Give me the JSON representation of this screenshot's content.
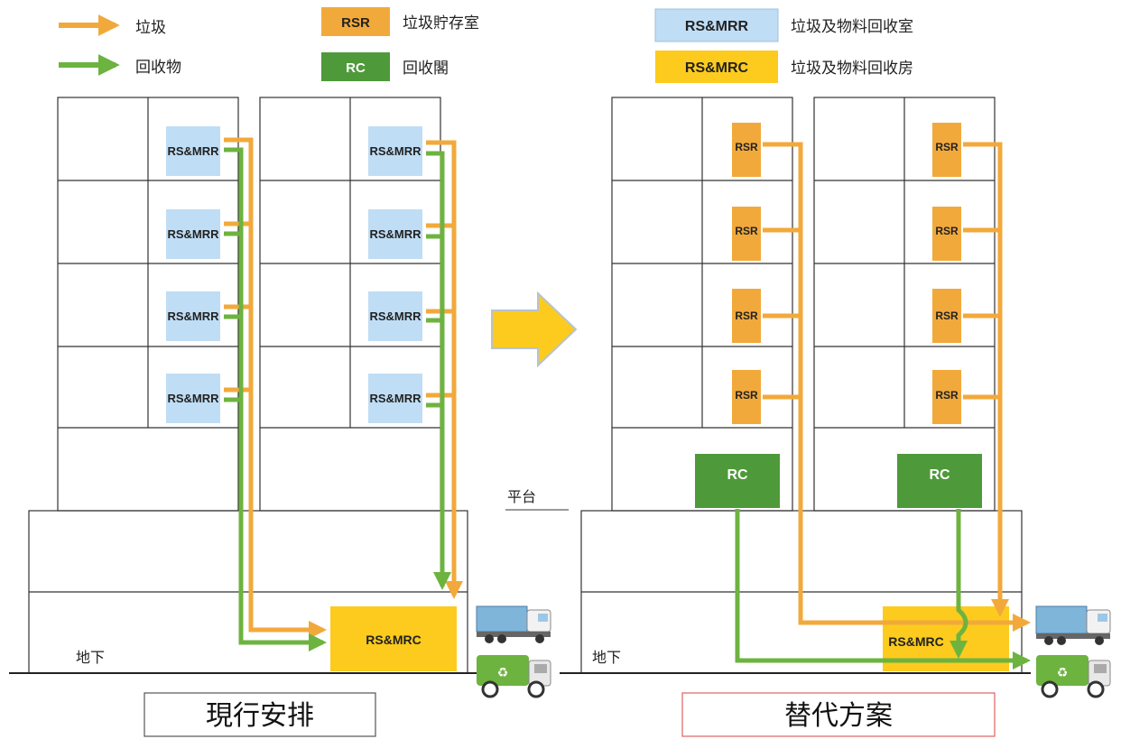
{
  "legend": {
    "waste": "垃圾",
    "recyclables": "回收物",
    "rsr_code": "RSR",
    "rsr_desc": "垃圾貯存室",
    "rc_code": "RC",
    "rc_desc": "回收閣",
    "rsmrr_code": "RS&MRR",
    "rsmrr_desc": "垃圾及物料回收室",
    "rsmrc_code": "RS&MRC",
    "rsmrc_desc": "垃圾及物料回收房"
  },
  "labels": {
    "rsmrr": "RS&MRR",
    "rsmrc": "RS&MRC",
    "rsr": "RSR",
    "rc": "RC",
    "basement": "地下",
    "podium": "平台"
  },
  "captions": {
    "current": "現行安排",
    "alternative": "替代方案"
  },
  "colors": {
    "waste_arrow": "#F2A93B",
    "recycle_arrow": "#6DB33F",
    "rsr_box": "#F2A93B",
    "rc_box": "#4E9A3A",
    "rsmrr_box": "#BFDDF5",
    "rsmrc_box": "#FCCB1E",
    "big_arrow": "#FCCB1E",
    "alt_caption_border": "#E06060"
  }
}
